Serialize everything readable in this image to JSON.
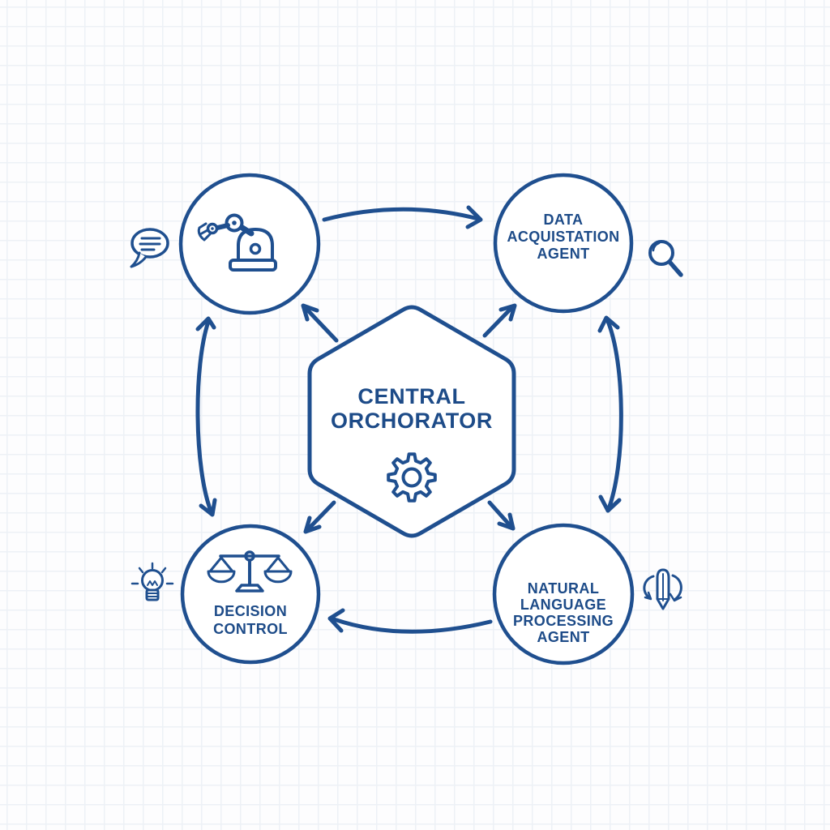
{
  "colors": {
    "ink": "#1f4f8f",
    "text": "#1d4b88",
    "grid": "#edf1f6",
    "background": "#fdfdfe"
  },
  "center_node": {
    "shape": "hexagon",
    "lines": [
      "CENTRAL",
      "ORCHORATOR"
    ],
    "icon": "gear-icon"
  },
  "nodes": {
    "robot": {
      "icon": "robot-arm-icon",
      "lines": []
    },
    "data_acquisition": {
      "lines": [
        "DATA",
        "ACQUISTATION",
        "AGENT"
      ]
    },
    "decision_control": {
      "icon": "scales-icon",
      "lines": [
        "DECISION",
        "CONTROL"
      ]
    },
    "nlp": {
      "lines": [
        "NATURAL",
        "LANGUAGE",
        "PROCESSING",
        "AGENT"
      ]
    }
  },
  "side_icons": {
    "left_top": "speech-bubble-icon",
    "right_top": "magnifier-icon",
    "left_bottom": "lightbulb-icon",
    "right_bottom": "pen-rotate-icon"
  },
  "connections": [
    "robot -> data_acquisition (top arc, one-way right)",
    "data_acquisition <-> nlp (right arc, two-way)",
    "nlp -> decision_control (bottom arc, one-way left)",
    "decision_control <-> robot (left arc, two-way)",
    "center -> robot",
    "center -> data_acquisition",
    "center -> decision_control",
    "center -> nlp"
  ]
}
